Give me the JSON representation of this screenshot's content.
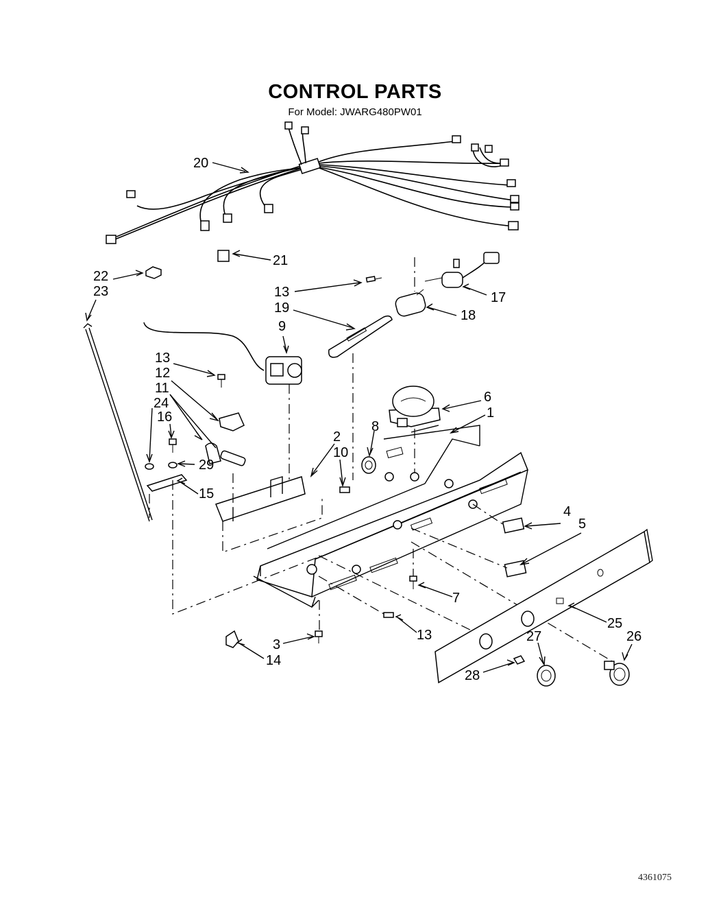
{
  "header": {
    "title": "CONTROL PARTS",
    "subtitle": "For Model: JWARG480PW01"
  },
  "footer": {
    "document_number": "4361075"
  },
  "callouts": [
    {
      "id": "c20",
      "text": "20"
    },
    {
      "id": "c21",
      "text": "21"
    },
    {
      "id": "c22",
      "text": "22"
    },
    {
      "id": "c23",
      "text": "23"
    },
    {
      "id": "c13a",
      "text": "13"
    },
    {
      "id": "c17",
      "text": "17"
    },
    {
      "id": "c19",
      "text": "19"
    },
    {
      "id": "c18",
      "text": "18"
    },
    {
      "id": "c9",
      "text": "9"
    },
    {
      "id": "c13b",
      "text": "13"
    },
    {
      "id": "c12",
      "text": "12"
    },
    {
      "id": "c11",
      "text": "11"
    },
    {
      "id": "c24",
      "text": "24"
    },
    {
      "id": "c16",
      "text": "16"
    },
    {
      "id": "c6",
      "text": "6"
    },
    {
      "id": "c1",
      "text": "1"
    },
    {
      "id": "c2",
      "text": "2"
    },
    {
      "id": "c8",
      "text": "8"
    },
    {
      "id": "c10",
      "text": "10"
    },
    {
      "id": "c29",
      "text": "29"
    },
    {
      "id": "c15",
      "text": "15"
    },
    {
      "id": "c4",
      "text": "4"
    },
    {
      "id": "c5",
      "text": "5"
    },
    {
      "id": "c7",
      "text": "7"
    },
    {
      "id": "c25",
      "text": "25"
    },
    {
      "id": "c26",
      "text": "26"
    },
    {
      "id": "c13c",
      "text": "13"
    },
    {
      "id": "c27",
      "text": "27"
    },
    {
      "id": "c3",
      "text": "3"
    },
    {
      "id": "c14",
      "text": "14"
    },
    {
      "id": "c28",
      "text": "28"
    }
  ]
}
